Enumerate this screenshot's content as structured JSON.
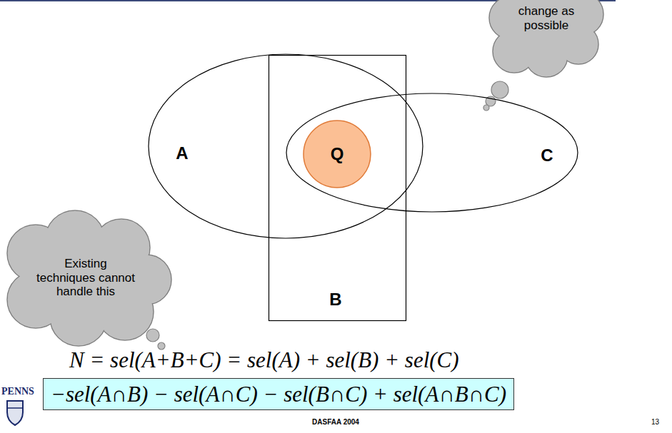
{
  "diagram": {
    "nodes": [
      {
        "text": [
          "change as possible"
        ]
      },
      {
        "text": [
          "A"
        ]
      },
      {
        "text": [
          "B"
        ]
      },
      {
        "text": [
          "Q"
        ]
      },
      {
        "text": [
          "C"
        ]
      },
      {
        "text": [
          "Existing techniques cannot handle this"
        ]
      },
      {
        "text": [
          "−sel(A∩B) − sel(A∩C) − sel(B∩C) + sel(A∩B∩C)"
        ]
      }
    ],
    "labels": [
      "N = sel(A+B+C) = sel(A) + sel(B) + sel(C)",
      "PENNS",
      "DASFAA 2004",
      "13"
    ]
  }
}
